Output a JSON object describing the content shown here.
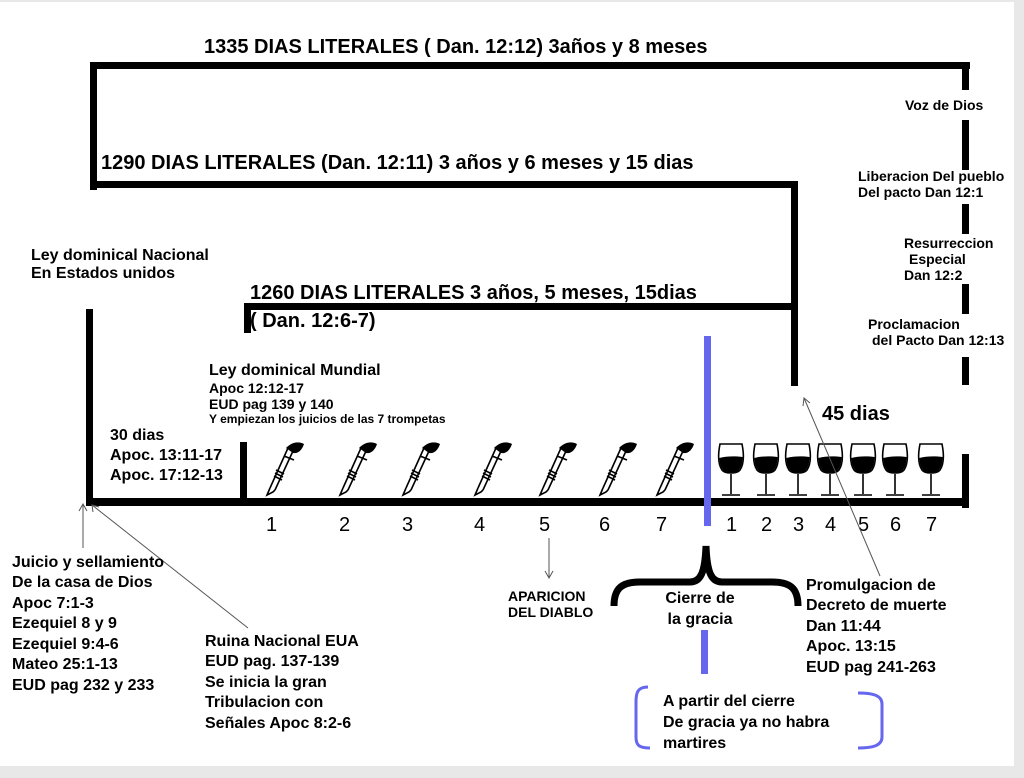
{
  "periods": {
    "p1335": {
      "title": "1335 DIAS LITERALES   ( Dan. 12:12)  3años y 8 meses"
    },
    "p1290": {
      "title": "1290 DIAS LITERALES  (Dan. 12:11) 3 años y 6 meses y 15 dias"
    },
    "p1260": {
      "title": "1260 DIAS LITERALES   3 años, 5 meses, 15dias",
      "ref": "( Dan. 12:6-7)"
    }
  },
  "right_events": [
    {
      "lines": [
        "Voz de Dios"
      ]
    },
    {
      "lines": [
        "Liberacion Del pueblo",
        "Del pacto Dan 12:1"
      ]
    },
    {
      "lines": [
        "Resurreccion",
        " Especial",
        "Dan 12:2"
      ]
    },
    {
      "lines": [
        "Proclamacion",
        "  del Pacto Dan 12:13"
      ]
    }
  ],
  "ley_nacional": [
    "Ley dominical Nacional",
    "En Estados unidos"
  ],
  "ley_mundial": {
    "title": "Ley dominical Mundial",
    "lines": [
      "Apoc 12:12-17",
      "EUD pag 139 y 140",
      "Y empiezan los juicios de las 7 trompetas"
    ]
  },
  "thirty_days": [
    "30 dias",
    "Apoc. 13:11-17",
    "Apoc. 17:12-13"
  ],
  "forty_five_days": "45 dias",
  "trumpets": {
    "icon": "trumpet-icon",
    "numbers": [
      "1",
      "2",
      "3",
      "4",
      "5",
      "6",
      "7"
    ]
  },
  "cups": {
    "icon": "wine-glass-icon",
    "numbers": [
      "1",
      "2",
      "3",
      "4",
      "5",
      "6",
      "7"
    ]
  },
  "juicio": [
    "Juicio y sellamiento",
    "De la casa de Dios",
    "Apoc 7:1-3",
    "Ezequiel 8 y 9",
    "Ezequiel 9:4-6",
    "Mateo 25:1-13",
    "EUD pag 232 y 233"
  ],
  "ruina": [
    "Ruina Nacional EUA",
    "EUD pag. 137-139",
    "Se inicia la gran",
    "Tribulacion con",
    "Señales Apoc 8:2-6"
  ],
  "aparicion": [
    "APARICION",
    "DEL DIABLO"
  ],
  "cierre": [
    "Cierre de",
    "la gracia"
  ],
  "decreto": [
    "Promulgacion de",
    "Decreto de muerte",
    "Dan 11:44",
    "Apoc. 13:15",
    "EUD pag 241-263"
  ],
  "nota": [
    "A partir del cierre",
    "De gracia ya no habra",
    "martires"
  ],
  "colors": {
    "line": "#000000",
    "accent": "#6666ee",
    "background": "#ffffff",
    "frame": "#e8e8e8"
  }
}
